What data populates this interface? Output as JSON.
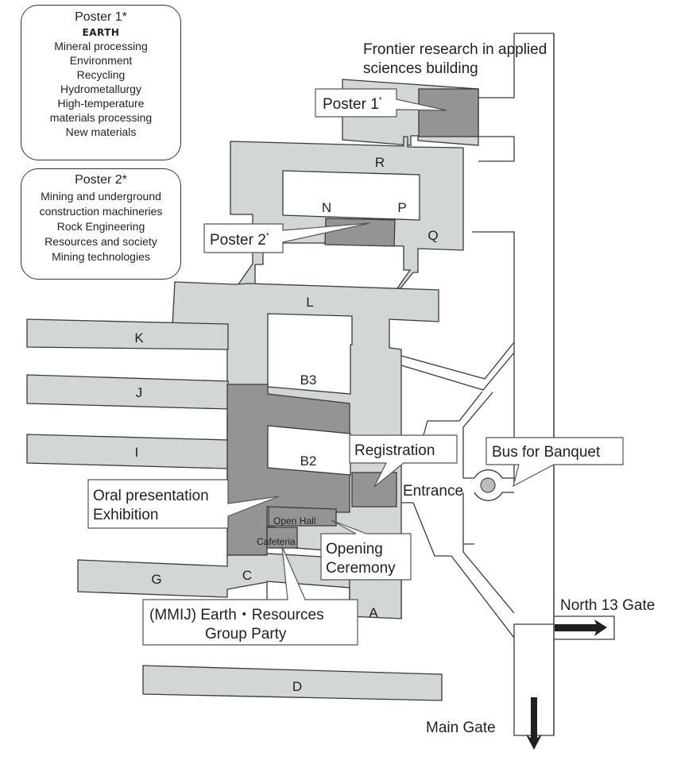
{
  "legends": {
    "poster1": {
      "title": "Poster 1*",
      "subtitle": "EARTH",
      "items": [
        "Mineral processing",
        "Environment",
        "Recycling",
        "Hydrometallurgy",
        "High-temperature",
        "materials processing",
        "New materials"
      ]
    },
    "poster2": {
      "title": "Poster 2*",
      "items": [
        "Mining and underground",
        "construction machineries",
        "Rock Engineering",
        "Resources and society",
        "Mining technologies"
      ]
    }
  },
  "headings": {
    "frontier_line1": "Frontier research in applied",
    "frontier_line2": "sciences building"
  },
  "buildings": {
    "R": "R",
    "N": "N",
    "P": "P",
    "Q": "Q",
    "L": "L",
    "K": "K",
    "J": "J",
    "I": "I",
    "B3": "B3",
    "B2": "B2",
    "G": "G",
    "C": "C",
    "A": "A",
    "D": "D"
  },
  "callouts": {
    "poster1": "Poster 1",
    "poster1_sup": "*",
    "poster2": "Poster 2",
    "poster2_sup": "*",
    "registration": "Registration",
    "bus": "Bus for Banquet",
    "oral_line1": "Oral presentation",
    "oral_line2": "Exhibition",
    "opening_line1": "Opening",
    "opening_line2": "Ceremony",
    "party_line1": "(MMIJ) Earth・Resources",
    "party_line2": "Group Party"
  },
  "places": {
    "open_hall": "Open Hall",
    "cafeteria": "Cafeteria",
    "entrance": "Entrance",
    "north_gate": "North 13 Gate",
    "main_gate": "Main Gate"
  },
  "colors": {
    "building": "#d0d7d6",
    "venue": "#949494",
    "outline": "#3a3a3a"
  }
}
